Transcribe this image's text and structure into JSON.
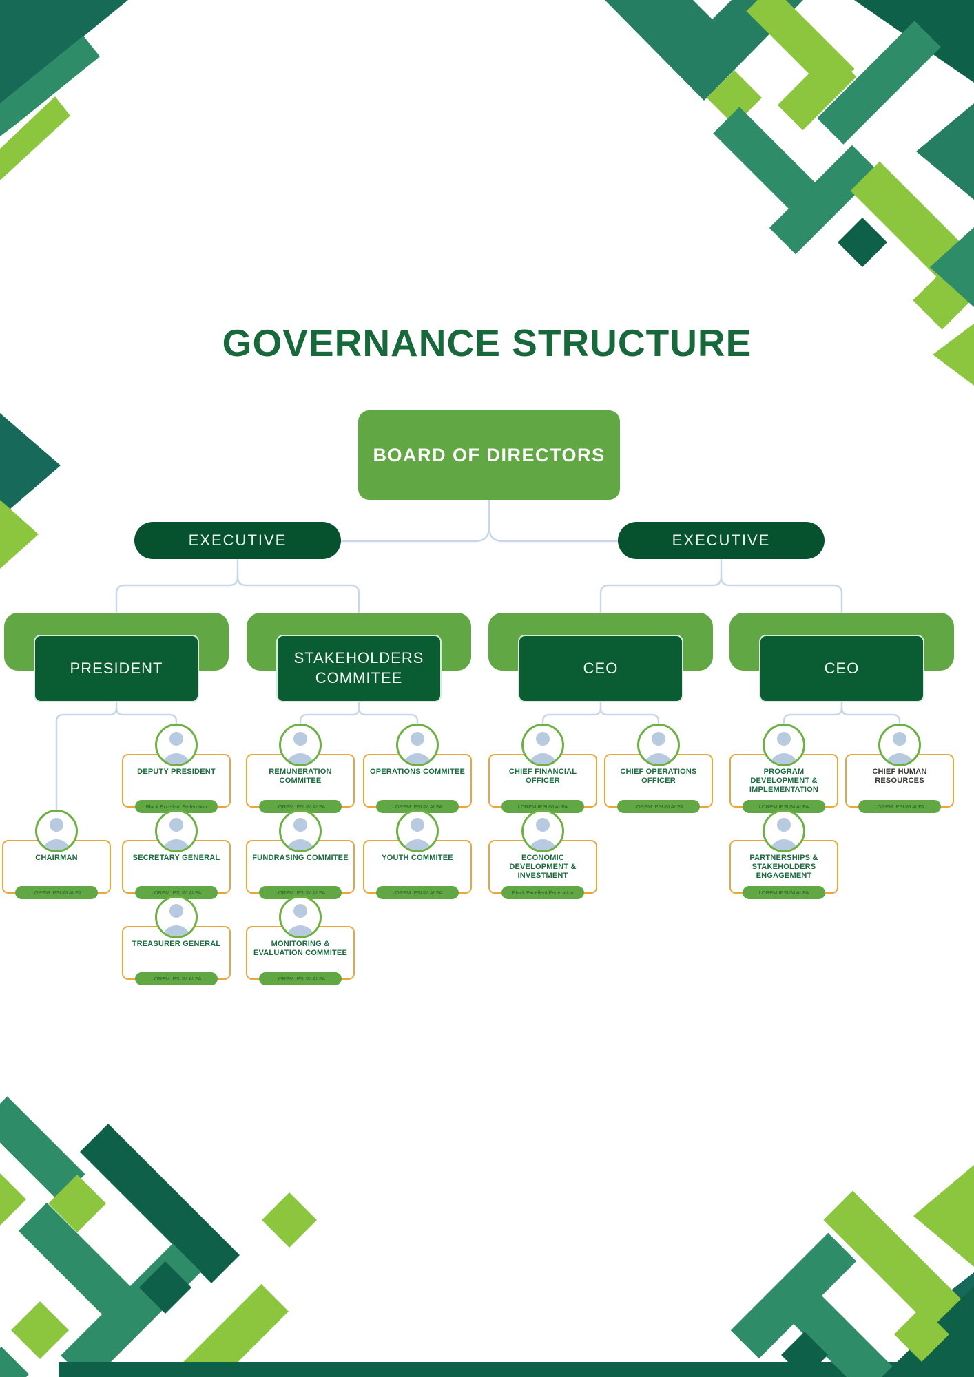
{
  "page": {
    "title": "GOVERNANCE STRUCTURE"
  },
  "org": {
    "root": {
      "label": "BOARD OF DIRECTORS"
    },
    "level2": [
      {
        "label": "EXECUTIVE"
      },
      {
        "label": "EXECUTIVE"
      }
    ],
    "branches": [
      {
        "head": "PRESIDENT",
        "members": [
          {
            "title": "CHAIRMAN",
            "tag": "LOREM IPSUM ALFA"
          },
          {
            "title": "DEPUTY PRESIDENT",
            "tag": "Black Excellent Federation"
          },
          {
            "title": "SECRETARY GENERAL",
            "tag": "LOREM IPSUM ALFA"
          },
          {
            "title": "TREASURER GENERAL",
            "tag": "LOREM IPSUM ALFA"
          }
        ]
      },
      {
        "head": "STAKEHOLDERS COMMITEE",
        "members": [
          {
            "title": "REMUNERATION COMMITEE",
            "tag": "LOREM IPSUM ALFA"
          },
          {
            "title": "OPERATIONS COMMITEE",
            "tag": "LOREM IPSUM ALFA"
          },
          {
            "title": "FUNDRASING COMMITEE",
            "tag": "LOREM IPSUM ALFA"
          },
          {
            "title": "YOUTH COMMITEE",
            "tag": "LOREM IPSUM ALFA"
          },
          {
            "title": "MONITORING & EVALUATION COMMITEE",
            "tag": "LOREM IPSUM ALFA"
          }
        ]
      },
      {
        "head": "CEO",
        "members": [
          {
            "title": "CHIEF FINANCIAL OFFICER",
            "tag": "LOREM IPSUM ALFA"
          },
          {
            "title": "CHIEF OPERATIONS OFFICER",
            "tag": "LOREM IPSUM ALFA"
          },
          {
            "title": "ECONOMIC DEVELOPMENT & INVESTMENT",
            "tag": "Black Excellent Federation"
          }
        ]
      },
      {
        "head": "CEO",
        "members": [
          {
            "title": "PROGRAM DEVELOPMENT & IMPLEMENTATION",
            "tag": "LOREM IPSUM ALFA"
          },
          {
            "title": "CHIEF HUMAN RESOURCES",
            "tag": "LOREM IPSUM ALFA"
          },
          {
            "title": "PARTNERSHIPS & STAKEHOLDERS ENGAGEMENT",
            "tag": "LOREM IPSUM ALFA"
          }
        ]
      }
    ]
  },
  "colors": {
    "brand_green": "#61A744",
    "dark_green": "#0A5C33",
    "title_green": "#17693B",
    "card_border_orange": "#E9A63B",
    "connector_blue": "#C9D8E9",
    "avatar_blue": "#B7CADF",
    "pattern_dark_teal": "#0F6049",
    "pattern_teal": "#2E8D68",
    "pattern_lime": "#8CC63F"
  }
}
